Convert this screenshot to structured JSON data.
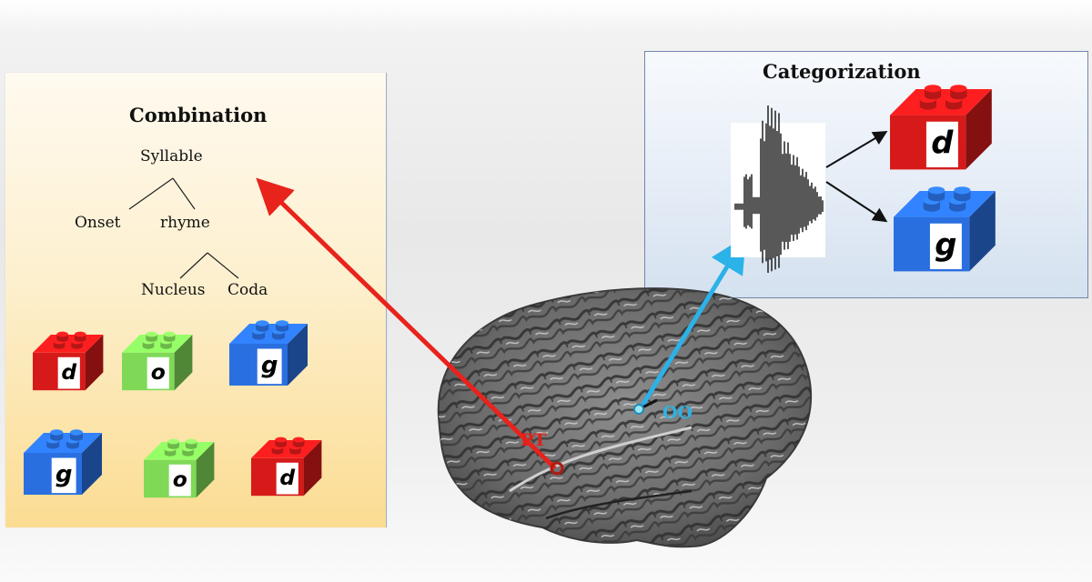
{
  "combination": {
    "title": "Combination",
    "tree": {
      "root": "Syllable",
      "onset": "Onset",
      "rhyme": "rhyme",
      "nucleus": "Nucleus",
      "coda": "Coda"
    },
    "blocks_row1": [
      {
        "letter": "d",
        "color": "#d61a1a"
      },
      {
        "letter": "o",
        "color": "#7fd957"
      },
      {
        "letter": "g",
        "color": "#2a6fe0"
      }
    ],
    "blocks_row2": [
      {
        "letter": "g",
        "color": "#2a6fe0"
      },
      {
        "letter": "o",
        "color": "#7fd957"
      },
      {
        "letter": "d",
        "color": "#d61a1a"
      }
    ]
  },
  "categorization": {
    "title": "Categorization",
    "blocks": [
      {
        "letter": "d",
        "color": "#d61a1a"
      },
      {
        "letter": "g",
        "color": "#2a6fe0"
      }
    ]
  },
  "brain": {
    "pt_label": "PT",
    "oo_label": "OO",
    "pt_color": "#e0201a",
    "oo_color": "#2cb3e6"
  }
}
